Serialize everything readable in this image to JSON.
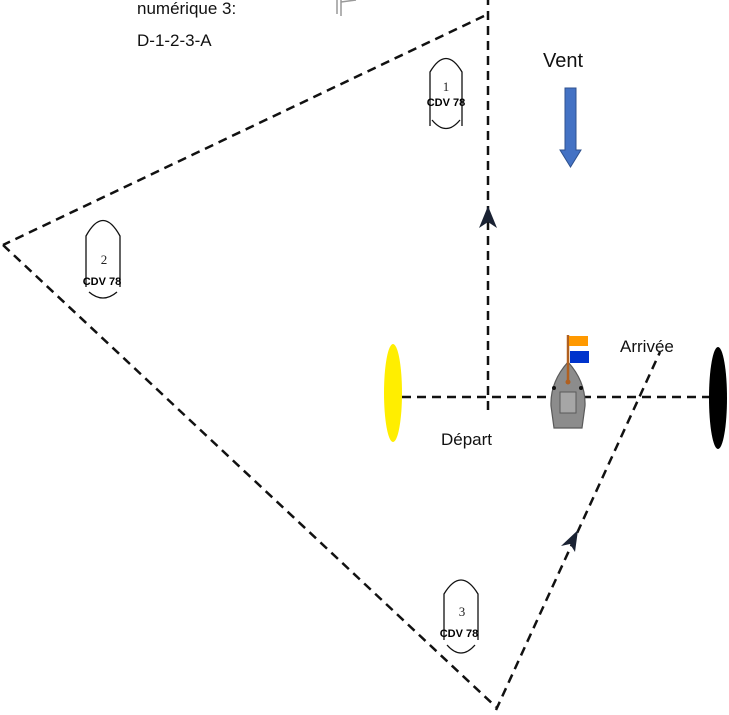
{
  "course_text": {
    "line1": "numérique 3:",
    "line2": "D-1-2-3-A"
  },
  "wind": {
    "label": "Vent",
    "color": "#4472c4"
  },
  "start": {
    "label": "Départ",
    "pin_color": "#ffee00"
  },
  "finish": {
    "label": "Arrivée",
    "pin_color": "#000000"
  },
  "marks": [
    {
      "number": "1",
      "club": "CDV 78"
    },
    {
      "number": "2",
      "club": "CDV 78"
    },
    {
      "number": "3",
      "club": "CDV 78"
    }
  ],
  "committee_boat": {
    "hull_color": "#8c8c8c",
    "flag_top_color": "#ff9900",
    "flag_bottom_color": "#0033cc",
    "mast_color": "#b06020"
  }
}
